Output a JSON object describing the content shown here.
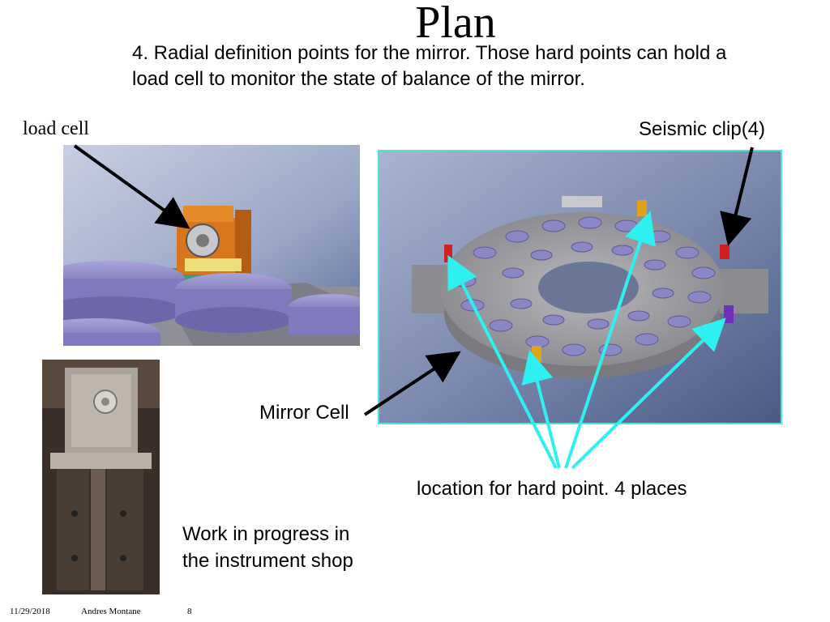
{
  "slide": {
    "title": "Plan",
    "point_text": "4. Radial definition points for the mirror. Those hard points can hold a load cell to monitor the state of balance of the mirror.",
    "labels": {
      "load_cell": "load cell",
      "seismic_clip": "Seismic clip(4)",
      "mirror_cell": "Mirror Cell",
      "hard_point": "location for hard point. 4 places",
      "work_line1": "Work in progress in",
      "work_line2": "the instrument shop"
    },
    "footer": {
      "date": "11/29/2018",
      "author": "Andres Montane",
      "page": "8"
    }
  },
  "colors": {
    "cad_background": "#5d6a8a",
    "pad_color": "#8b86c4",
    "load_cell_orange": "#d9751c",
    "cell_gray": "#9a9a9c",
    "highlight_arrow": "#2ff0f0",
    "frame_border": "#4fe0e0"
  }
}
